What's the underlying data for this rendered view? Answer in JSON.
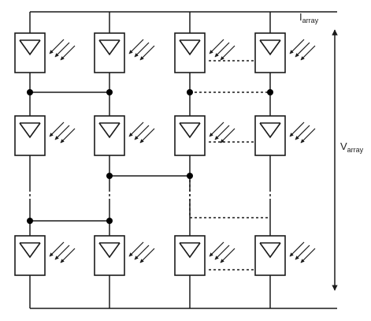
{
  "labels": {
    "current": {
      "main": "I",
      "sub": "array"
    },
    "voltage": {
      "main": "V",
      "sub": "array"
    }
  },
  "grid": {
    "columns": 4,
    "rows": 3
  },
  "colors": {
    "line": "#1a1a1a",
    "background": "#ffffff",
    "dot": "#000000"
  },
  "icons": {
    "panel": "pv-cell-icon",
    "light": "incident-light-arrows-icon"
  }
}
